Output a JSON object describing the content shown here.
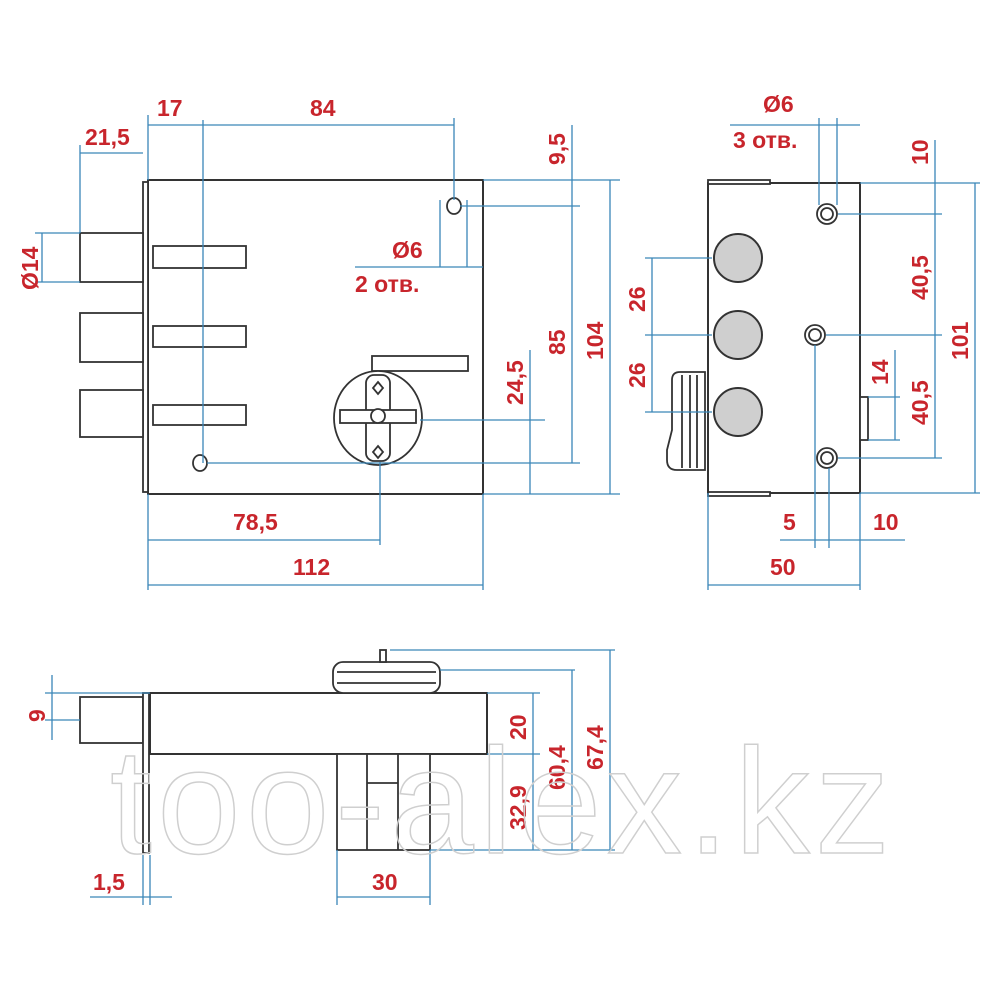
{
  "watermark": "too-alex.kz",
  "front_view": {
    "dim_17": "17",
    "dim_84": "84",
    "dim_21_5": "21,5",
    "dim_d14": "Ø14",
    "dim_9_5": "9,5",
    "dim_d6": "Ø6",
    "holes_2": "2 отв.",
    "dim_85": "85",
    "dim_104": "104",
    "dim_24_5": "24,5",
    "dim_78_5": "78,5",
    "dim_112": "112"
  },
  "side_view": {
    "dim_d6": "Ø6",
    "holes_3": "3 отв.",
    "dim_10_top": "10",
    "dim_40_5_top": "40,5",
    "dim_101": "101",
    "dim_14": "14",
    "dim_40_5_bottom": "40,5",
    "dim_26_top": "26",
    "dim_26_bottom": "26",
    "dim_5": "5",
    "dim_10_bottom": "10",
    "dim_50": "50"
  },
  "bottom_view": {
    "dim_9": "9",
    "dim_20": "20",
    "dim_32_9": "32,9",
    "dim_60_4": "60,4",
    "dim_67_4": "67,4",
    "dim_1_5": "1,5",
    "dim_30": "30"
  },
  "colors": {
    "dimension_text": "#c8252c",
    "dimension_line": "#3a86b8"
  }
}
